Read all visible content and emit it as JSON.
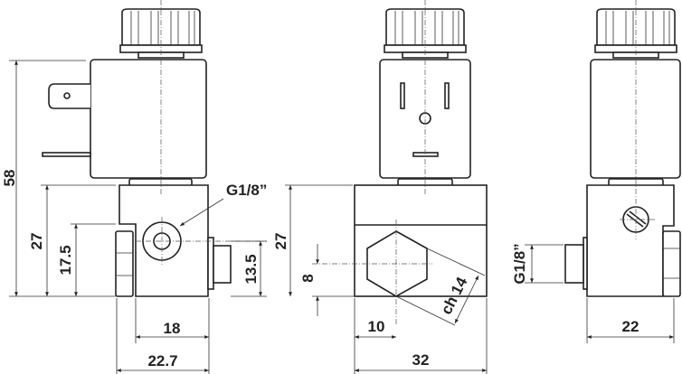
{
  "drawing": {
    "side_view": {
      "overall_height": "58",
      "body_height": "27",
      "port_height": "17.5",
      "outlet_height": "13.5",
      "width_body": "18",
      "width_total": "22.7",
      "port_thread": "G1/8”"
    },
    "front_view": {
      "body_height": "27",
      "port_offset": "8",
      "port_x": "10",
      "width": "32",
      "hex_size": "ch 14"
    },
    "rear_view": {
      "outlet_thread": "G1/8”",
      "width": "22"
    }
  }
}
